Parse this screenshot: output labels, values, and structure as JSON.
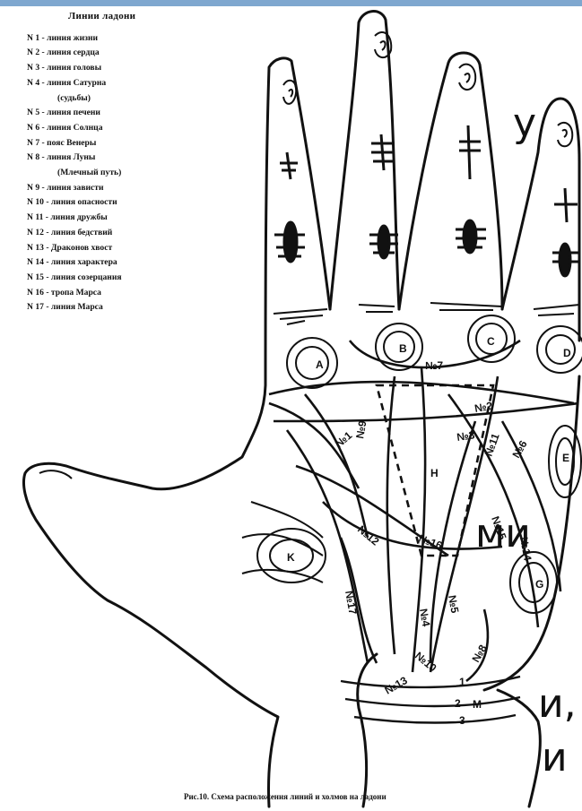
{
  "legend": {
    "title": "Линии ладони",
    "items": [
      {
        "label": "N 1 - линия жизни"
      },
      {
        "label": "N 2 - линия сердца"
      },
      {
        "label": "N 3 - линия головы"
      },
      {
        "label": "N 4 - линия Сатурна"
      },
      {
        "label": "(судьбы)",
        "sub": true
      },
      {
        "label": "N 5 - линия печени"
      },
      {
        "label": "N 6 - линия Солнца"
      },
      {
        "label": "N 7 - пояс Венеры"
      },
      {
        "label": "N 8 - линия Луны"
      },
      {
        "label": "(Млечный путь)",
        "sub": true
      },
      {
        "label": "N 9 - линия зависти"
      },
      {
        "label": "N 10 - линия опасности"
      },
      {
        "label": "N 11 - линия дружбы"
      },
      {
        "label": "N 12 - линия бедствий"
      },
      {
        "label": "N 13 - Драконов хвост"
      },
      {
        "label": "N 14 - линия характера"
      },
      {
        "label": "N 15 - линия созерцания"
      },
      {
        "label": "N 16 - тропа Марса"
      },
      {
        "label": "N 17 - линия Марса"
      }
    ]
  },
  "background_fragments": {
    "frag1": "у",
    "frag2": "ми",
    "frag3": "и,",
    "frag4": "и"
  },
  "mounts": {
    "a": "A",
    "b": "B",
    "c": "C",
    "d": "D",
    "e": "E",
    "g": "G",
    "h": "H",
    "k": "K",
    "m": "M"
  },
  "line_labels": {
    "n1": "№1",
    "n2": "№2",
    "n3": "№3",
    "n4": "№4",
    "n5": "№5",
    "n6": "№6",
    "n7": "№7",
    "n8": "№8",
    "n9": "№9",
    "n10": "№10",
    "n11": "№11",
    "n12": "№12",
    "n13": "№13",
    "n14": "№14",
    "n15": "№15",
    "n16": "№16",
    "n17": "№17"
  },
  "wrist_labels": {
    "w1": "1",
    "w2": "2",
    "w3": "3"
  },
  "caption": "Рис.10. Схема расположения линий и холмов на ладони"
}
